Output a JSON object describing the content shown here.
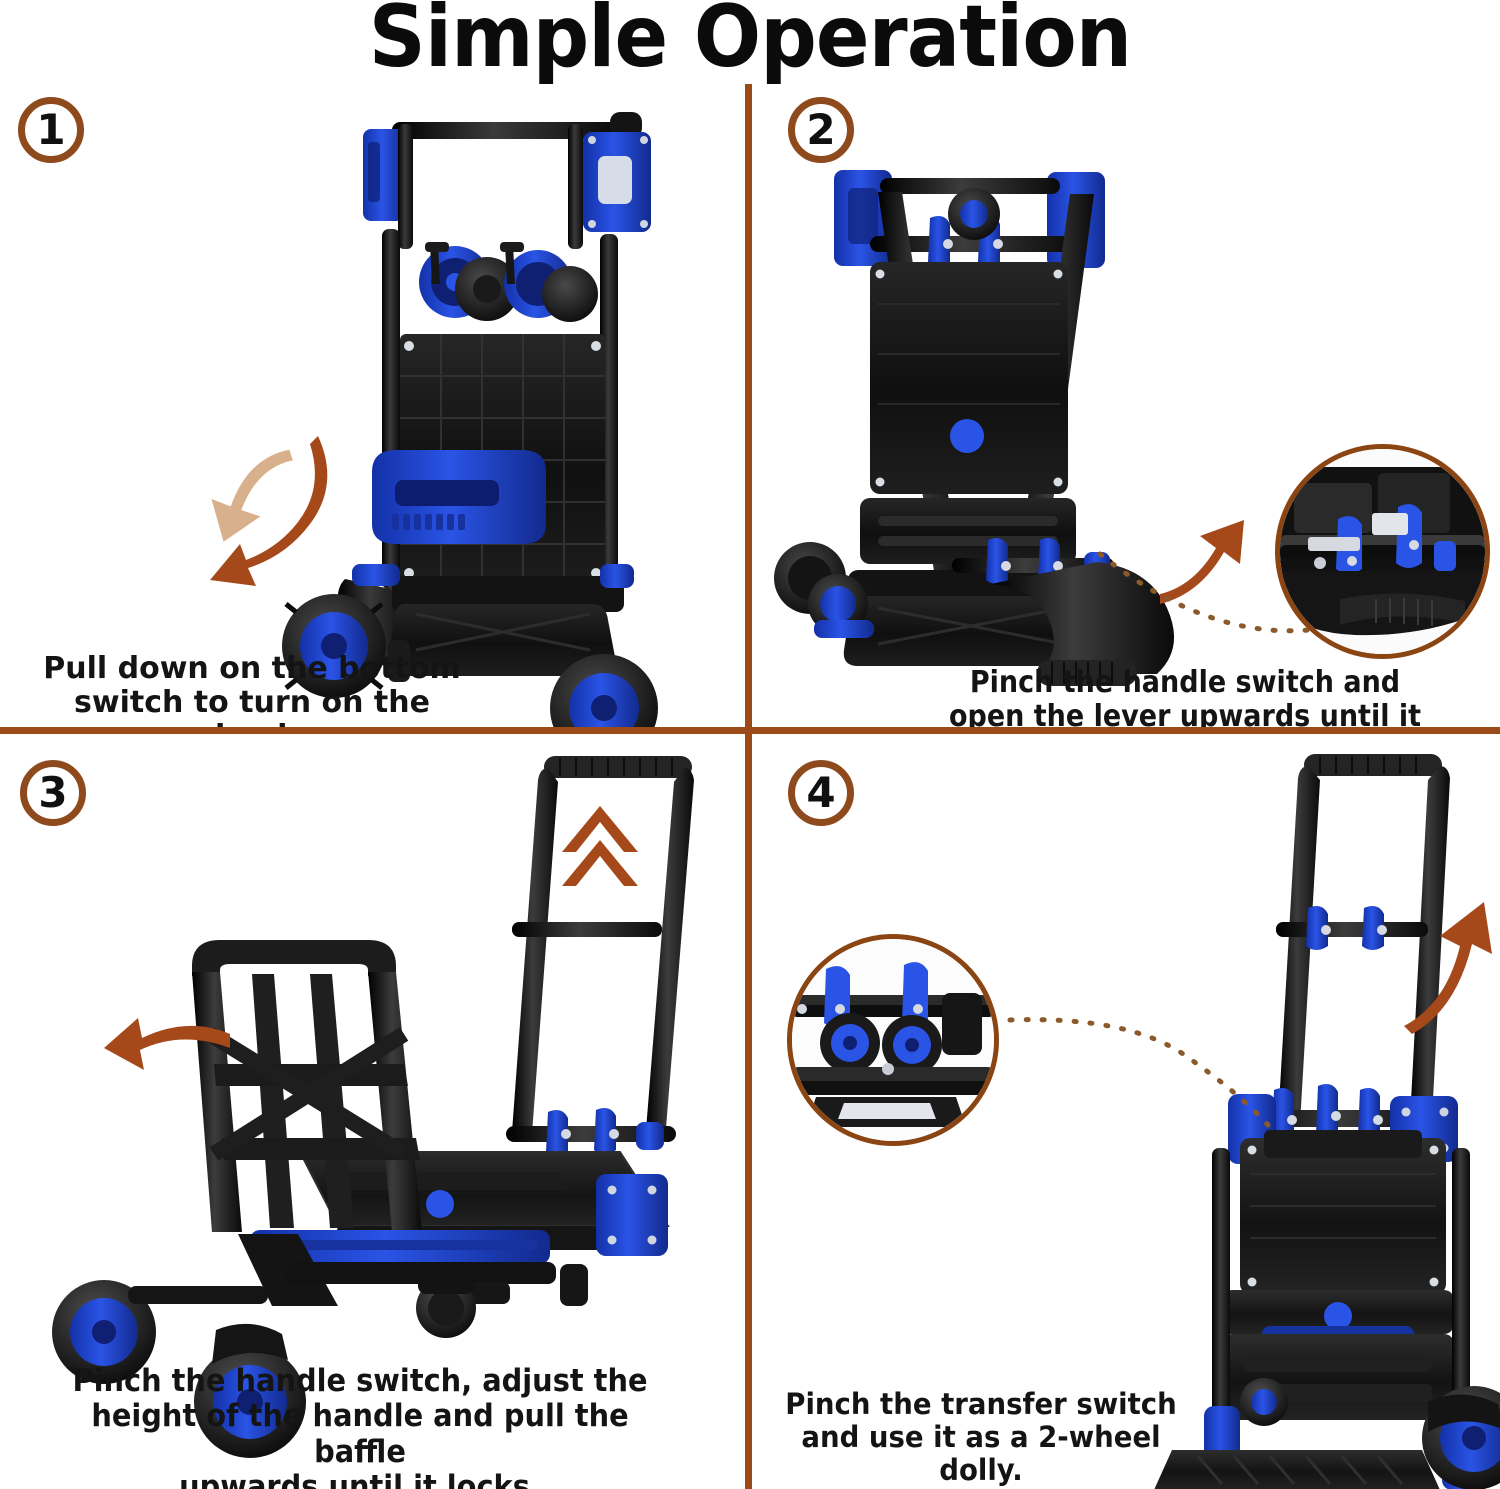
{
  "header": {
    "title": "Simple Operation"
  },
  "colors": {
    "divider": "#9c4a18",
    "badge_ring": "#8e4a1c",
    "arrow_dark": "#a6491a",
    "arrow_light": "#d9b08c",
    "chevron": "#a6491a",
    "dotted_line": "#8b5a2b",
    "cart_blue": "#1f3fc8",
    "cart_blue_dark": "#16299a",
    "cart_black": "#1b1b1b",
    "text": "#141414",
    "background": "#ffffff"
  },
  "panels": [
    {
      "number": "1",
      "badge_name": "step-badge-1",
      "caption": "Pull down on the bottom\nswitch to turn on the wheels.",
      "product_state": "folded-cart-upright",
      "annotations": [
        {
          "type": "curved-arrow",
          "direction": "up-left",
          "color": "light"
        },
        {
          "type": "curved-arrow",
          "direction": "down-left",
          "color": "dark"
        }
      ]
    },
    {
      "number": "2",
      "badge_name": "step-badge-2",
      "caption": "Pinch the handle switch and\nopen the lever upwards until it locks.",
      "product_state": "folded-cart-handle-down",
      "annotations": [
        {
          "type": "curved-arrow",
          "direction": "up-right",
          "color": "dark"
        },
        {
          "type": "magnifier-callout",
          "detail": "handle-switch-levers"
        },
        {
          "type": "dotted-connector"
        }
      ]
    },
    {
      "number": "3",
      "badge_name": "step-badge-3",
      "caption": "Pinch the handle switch, adjust the\nheight of the handle and pull the baffle\nupwards until it locks.",
      "product_state": "platform-cart-4-wheel",
      "annotations": [
        {
          "type": "curved-arrow",
          "direction": "left",
          "color": "dark"
        },
        {
          "type": "double-chevron",
          "direction": "up",
          "color": "dark"
        }
      ]
    },
    {
      "number": "4",
      "badge_name": "step-badge-4",
      "caption": "Pinch the transfer switch\nand use it as a 2-wheel dolly.",
      "product_state": "dolly-2-wheel",
      "annotations": [
        {
          "type": "curved-arrow",
          "direction": "up-right",
          "color": "dark"
        },
        {
          "type": "magnifier-callout",
          "detail": "transfer-switch-wheels"
        },
        {
          "type": "dotted-connector"
        }
      ]
    }
  ]
}
